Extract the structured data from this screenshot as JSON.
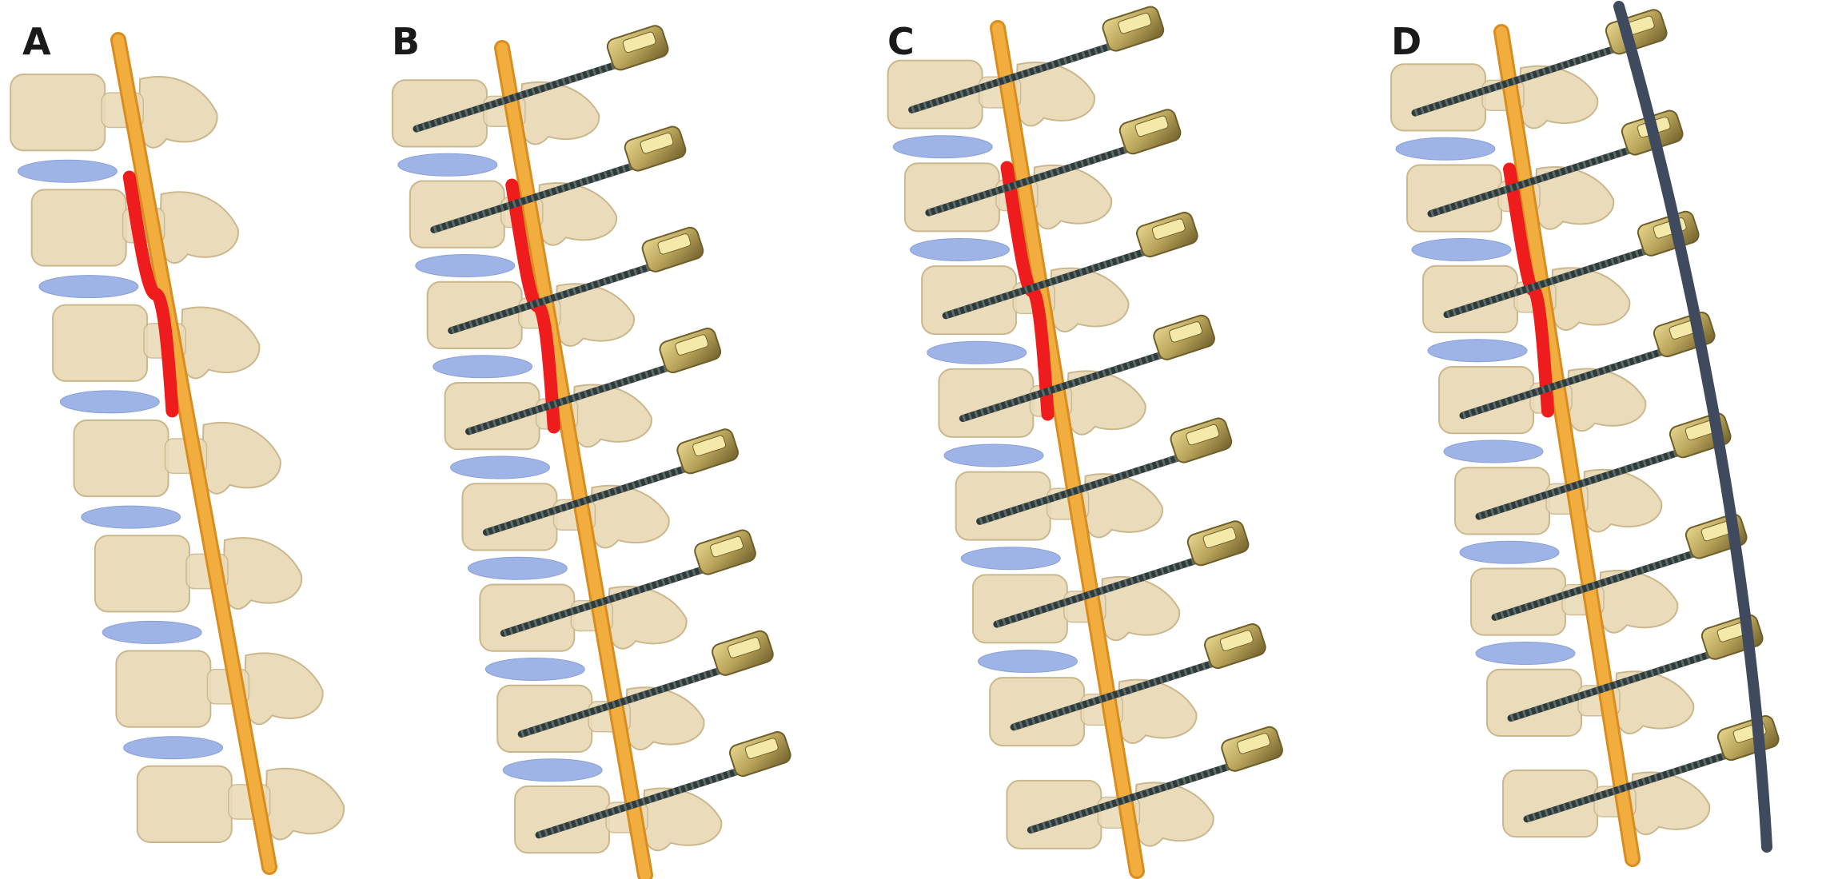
{
  "panels": [
    {
      "label": "A",
      "screws": 0,
      "lesion": true,
      "rod": false
    },
    {
      "label": "B",
      "screws": 8,
      "lesion": true,
      "rod": false
    },
    {
      "label": "C",
      "screws": 8,
      "lesion": true,
      "rod": false
    },
    {
      "label": "D",
      "screws": 8,
      "lesion": true,
      "rod": true
    }
  ],
  "colors": {
    "bone": "#eadcba",
    "bone_edge": "#cbb78d",
    "disc": "#9fb4e6",
    "cord": "#f2ad3f",
    "cord_edge": "#d98d1f",
    "lesion": "#ee1c1c",
    "screw": "#2f3a3a",
    "screw_head": "#b8a35a",
    "screw_head_dark": "#6e5e2a",
    "rod": "#3f4a5e"
  }
}
